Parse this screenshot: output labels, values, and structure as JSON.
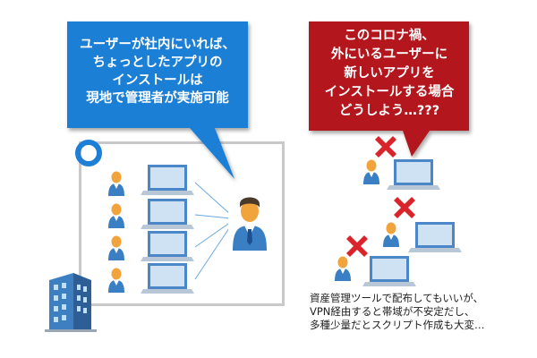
{
  "bubble_left": {
    "lines": [
      "ユーザーが社内にいれば、",
      "ちょっとしたアプリの",
      "インストールは",
      "現地で管理者が実施可能"
    ]
  },
  "bubble_right": {
    "lines": [
      "このコロナ禍、",
      "外にいるユーザーに",
      "新しいアプリを",
      "インストールする場合",
      "どうしよう…???"
    ]
  },
  "caption": {
    "lines": [
      "資産管理ツールで配布してもいいが、",
      "VPN経由すると帯域が不安定だし、",
      "多種少量だとスクリプト作成も大変…"
    ]
  },
  "colors": {
    "left_bubble": "#1e7fd6",
    "right_bubble": "#b3141c",
    "office_frame": "#cccccc",
    "ok_mark": "#1e7fd6",
    "ng_mark": "#d9242b",
    "laptop_screen": "#bcd8f0",
    "user_head": "#f2a43c",
    "user_body": "#3a7fc4"
  },
  "icons": [
    "office-building-icon",
    "ok-circle-icon",
    "admin-user-icon",
    "user-icon",
    "laptop-icon",
    "cross-icon"
  ]
}
